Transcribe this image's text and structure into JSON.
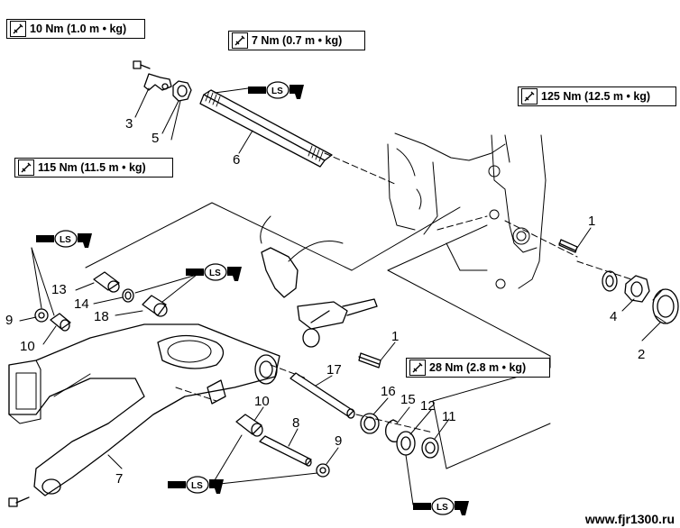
{
  "torque_specs": {
    "t10": "10 Nm (1.0 m • kg)",
    "t7": "7 Nm (0.7 m • kg)",
    "t115": "115 Nm (11.5 m • kg)",
    "t125": "125 Nm (12.5 m • kg)",
    "t28": "28 Nm (2.8 m • kg)"
  },
  "lubricant_label": "LS",
  "callouts": {
    "c1a": "1",
    "c1b": "1",
    "c2": "2",
    "c3": "3",
    "c4": "4",
    "c5": "5",
    "c6": "6",
    "c7": "7",
    "c8": "8",
    "c9a": "9",
    "c9b": "9",
    "c10a": "10",
    "c10b": "10",
    "c11": "11",
    "c12": "12",
    "c13": "13",
    "c14": "14",
    "c15": "15",
    "c16": "16",
    "c17": "17",
    "c18": "18"
  },
  "watermark": "www.fjr1300.ru",
  "icons": [
    "torque-wrench-icon",
    "lithium-grease-icon"
  ]
}
